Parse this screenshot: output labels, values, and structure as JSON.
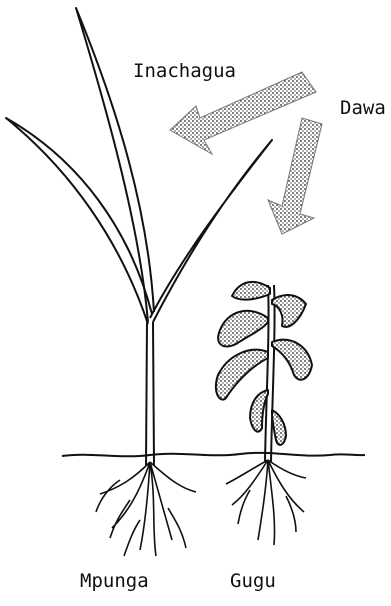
{
  "labels": {
    "selective": "Inachagua",
    "herbicide": "Dawa",
    "crop": "Mpunga",
    "weed": "Gugu"
  },
  "colors": {
    "ink": "#111111",
    "arrow_fill": "#8a8a8a"
  }
}
